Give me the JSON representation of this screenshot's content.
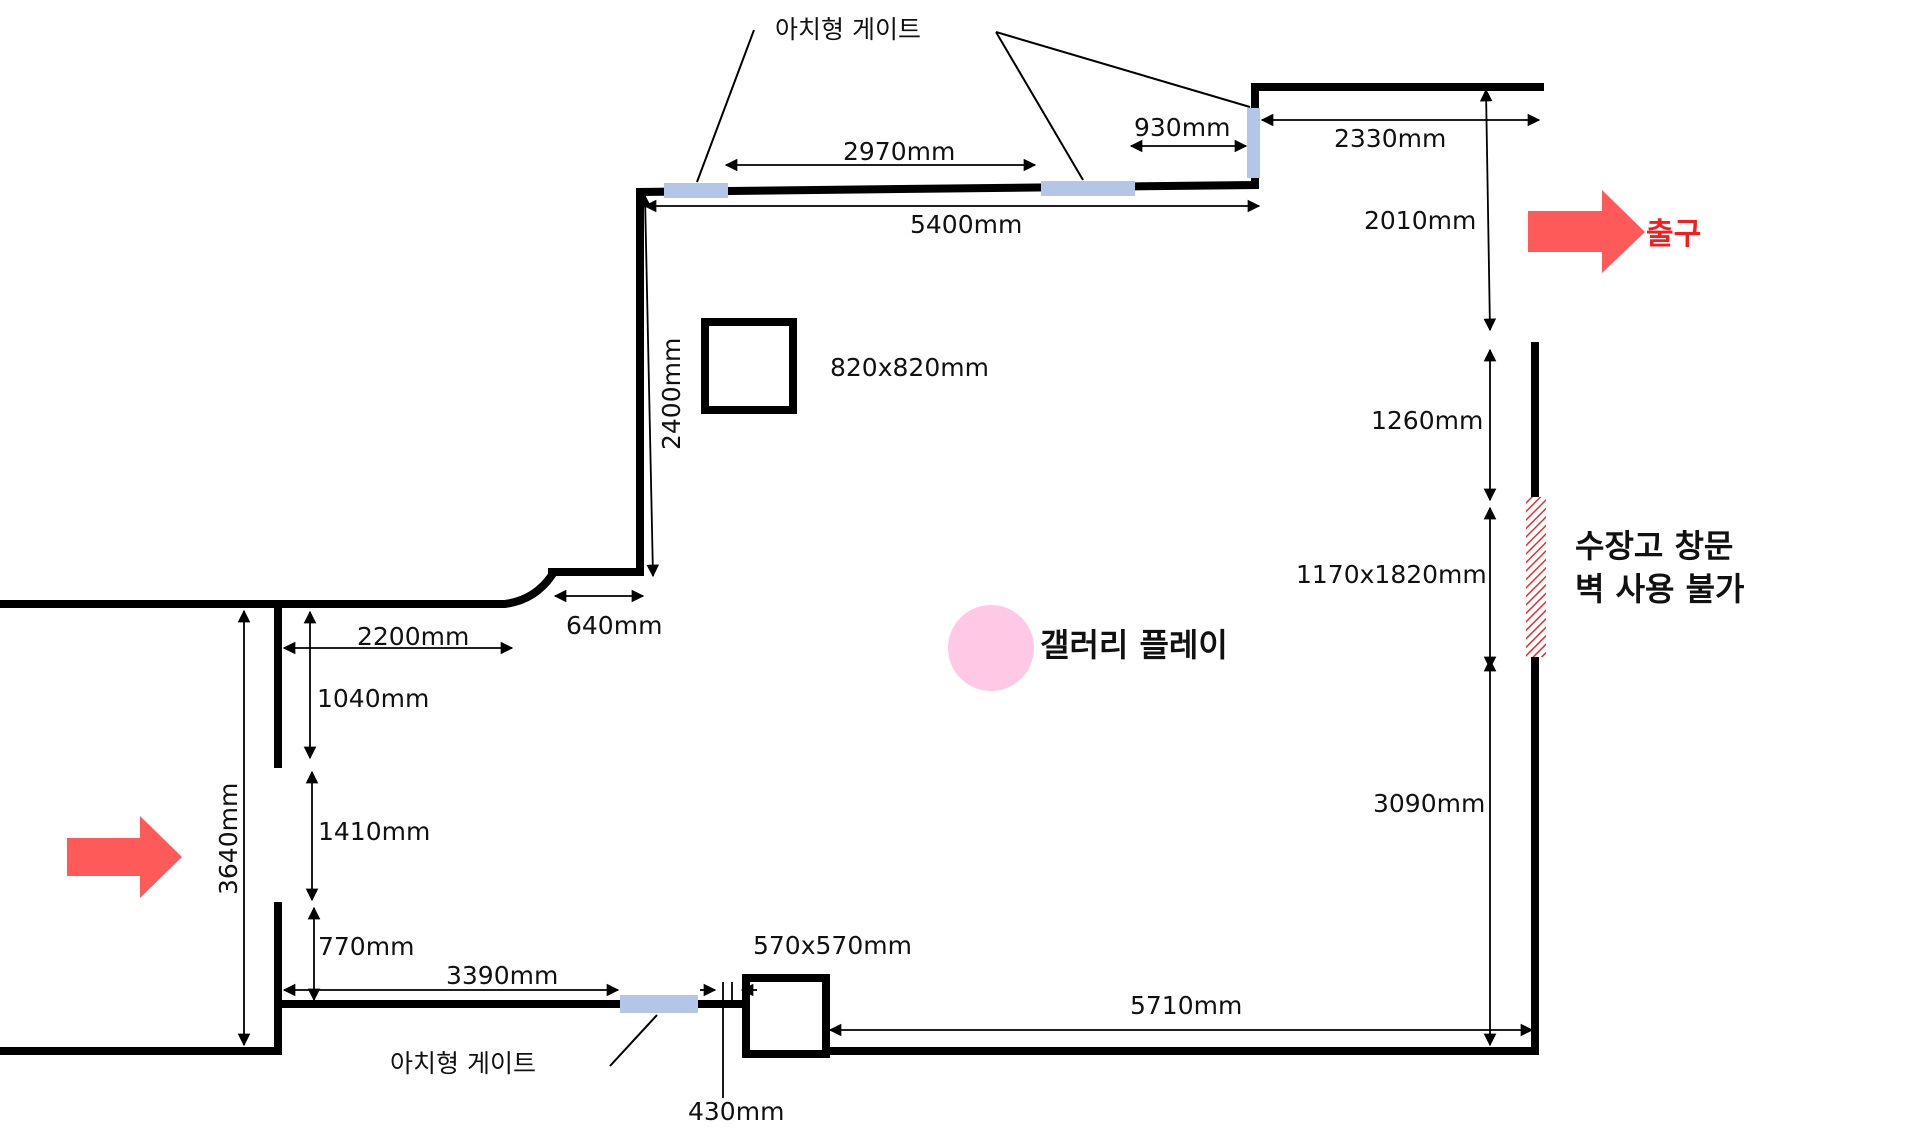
{
  "labels": {
    "gate_top": "아치형 게이트",
    "gate_bottom": "아치형 게이트",
    "exit": "출구",
    "no_wall_line1": "수장고 창문",
    "no_wall_line2": "벽 사용 불가",
    "gallery_play": "갤러리 플레이",
    "pillar_top_size": "820x820mm",
    "pillar_bottom_size": "570x570mm",
    "window_size": "1170x1820mm"
  },
  "dimensions": {
    "d2970": "2970mm",
    "d930": "930mm",
    "d2330": "2330mm",
    "d5400": "5400mm",
    "d2010": "2010mm",
    "d2400": "2400mm",
    "d1260": "1260mm",
    "d640": "640mm",
    "d2200": "2200mm",
    "d1040": "1040mm",
    "d1410": "1410mm",
    "d3640": "3640mm",
    "d770": "770mm",
    "d3390": "3390mm",
    "d3090": "3090mm",
    "d5710": "5710mm",
    "d430": "430mm"
  },
  "colors": {
    "wall": "#000000",
    "gate": "#b4c6e7",
    "arrow": "#ff5a5a",
    "gallery_circle": "#ffc8e4",
    "window_hatch": "#e03030"
  }
}
